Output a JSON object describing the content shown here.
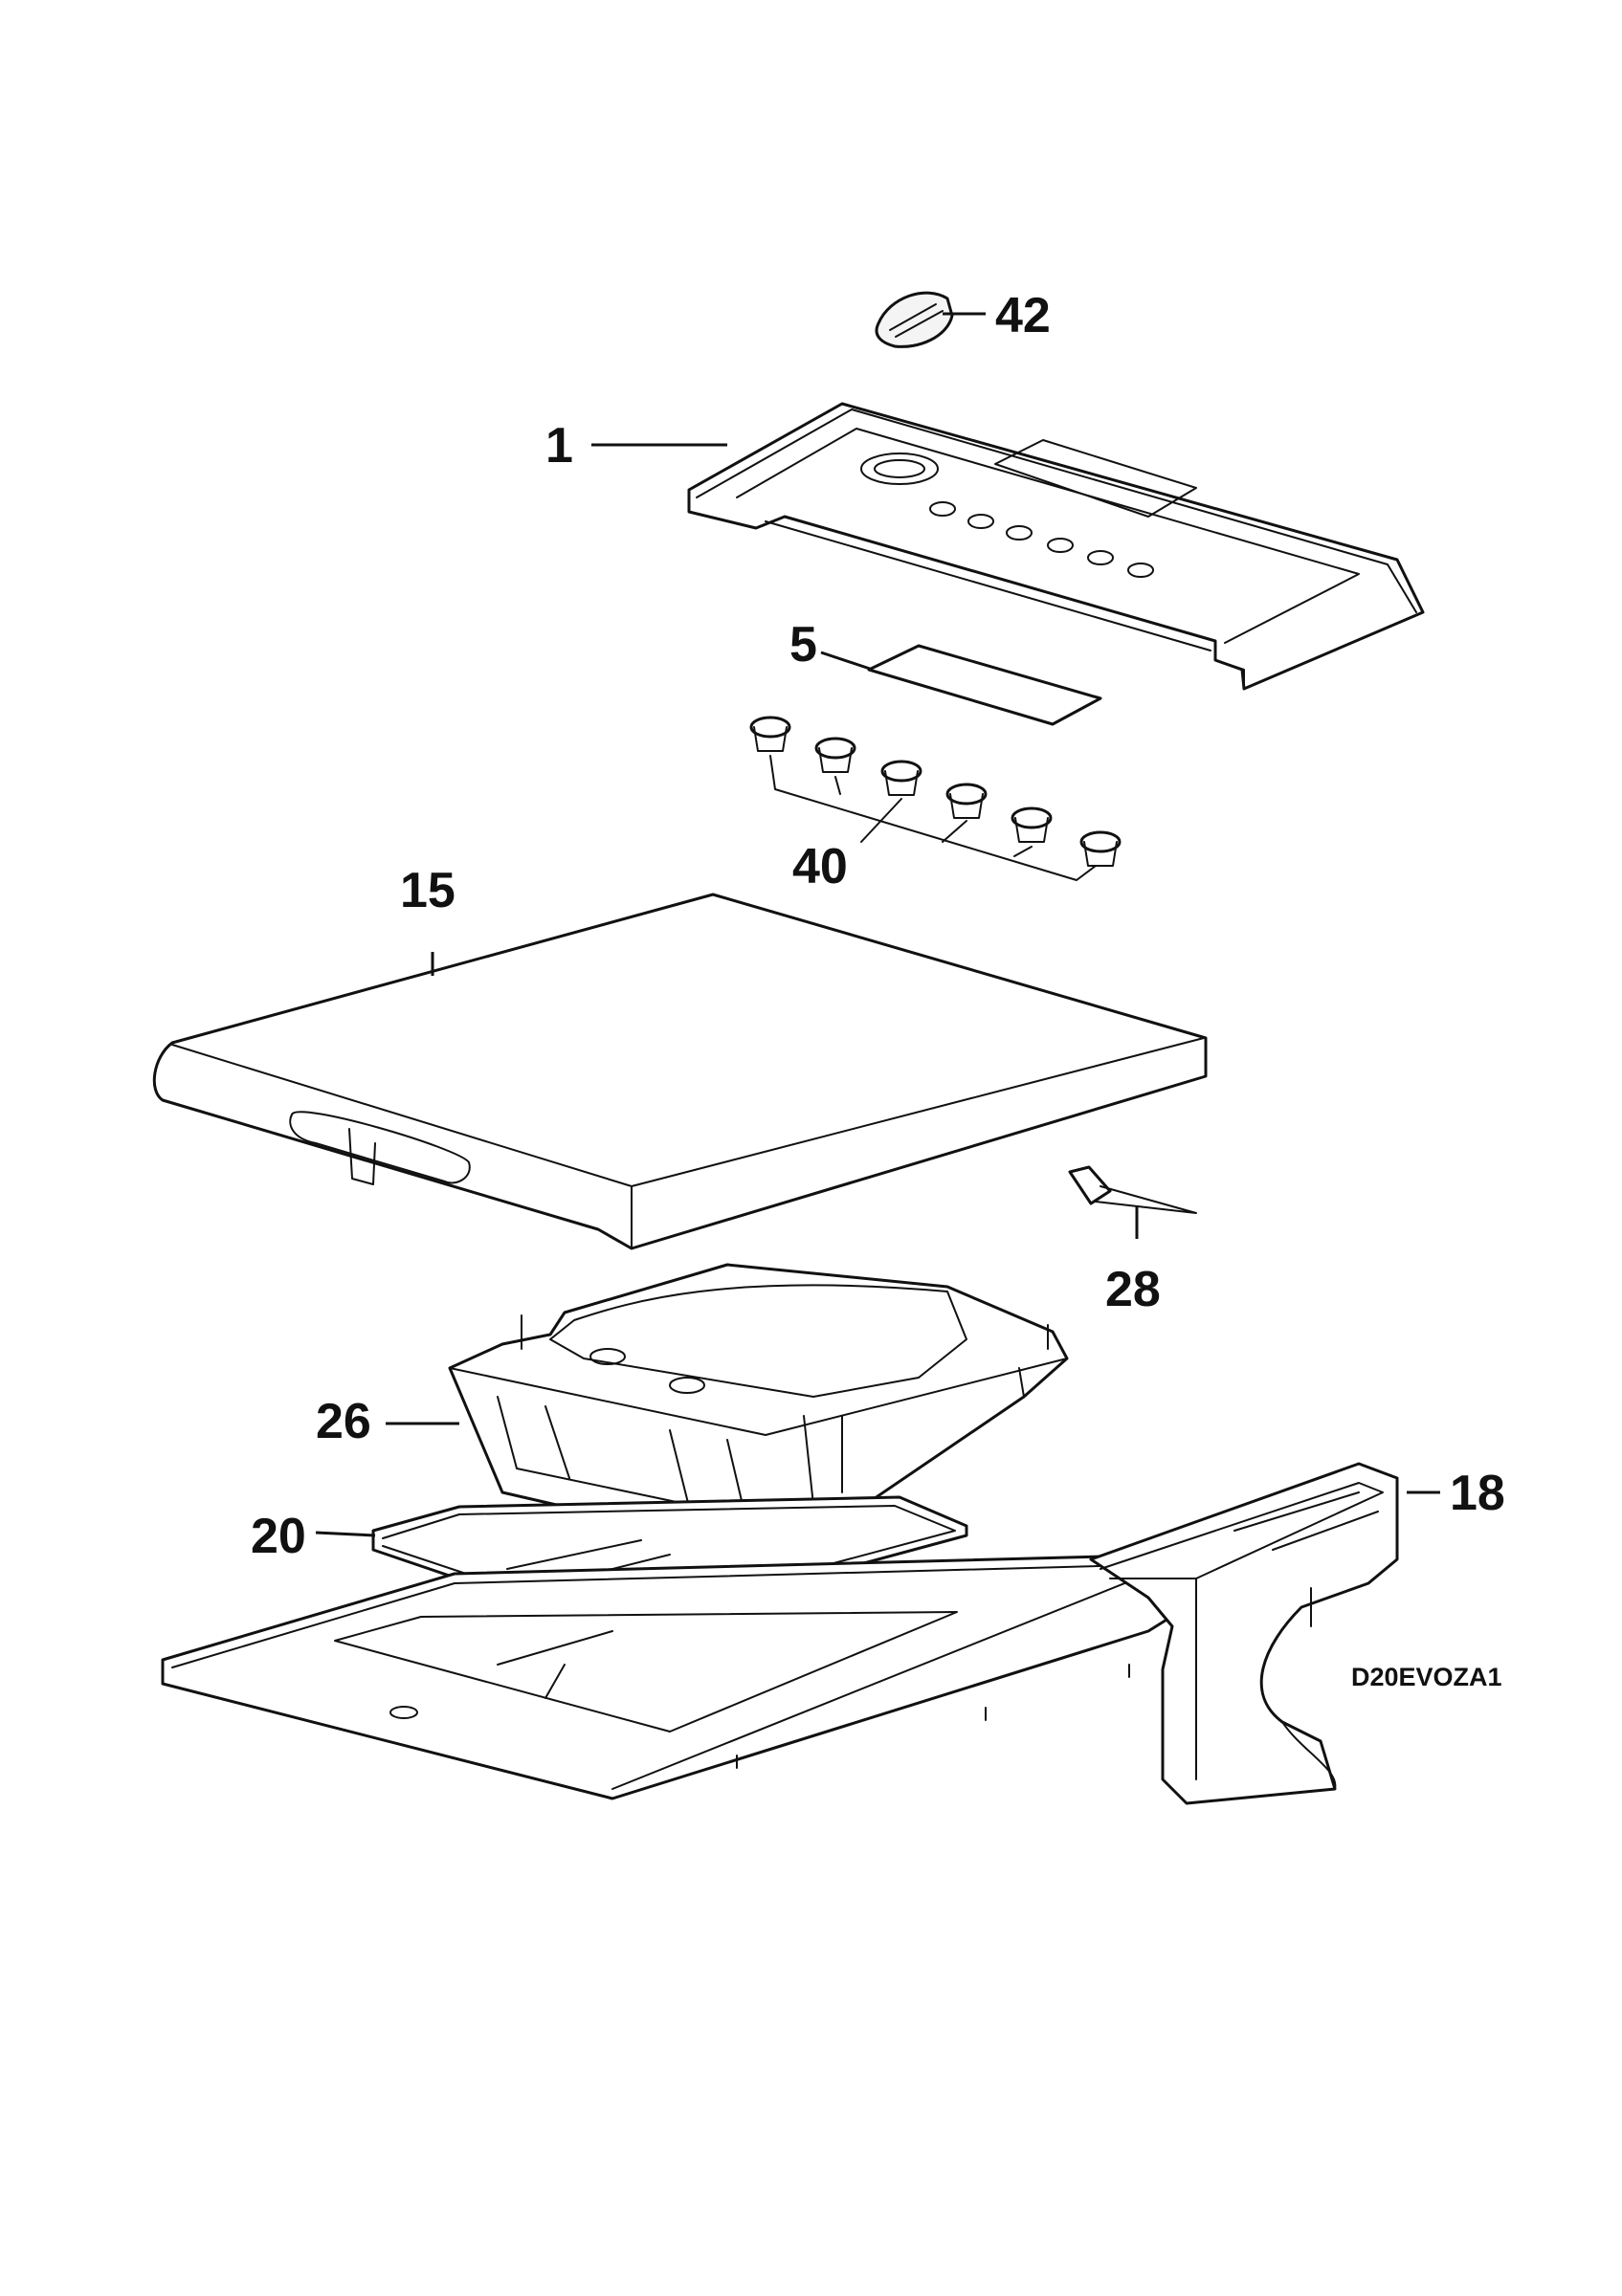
{
  "diagram": {
    "labels": {
      "p42": "42",
      "p1": "1",
      "p5": "5",
      "p40": "40",
      "p15": "15",
      "p28": "28",
      "p26": "26",
      "p18": "18",
      "p20": "20"
    },
    "drawing_code": "D20EVOZA1"
  }
}
